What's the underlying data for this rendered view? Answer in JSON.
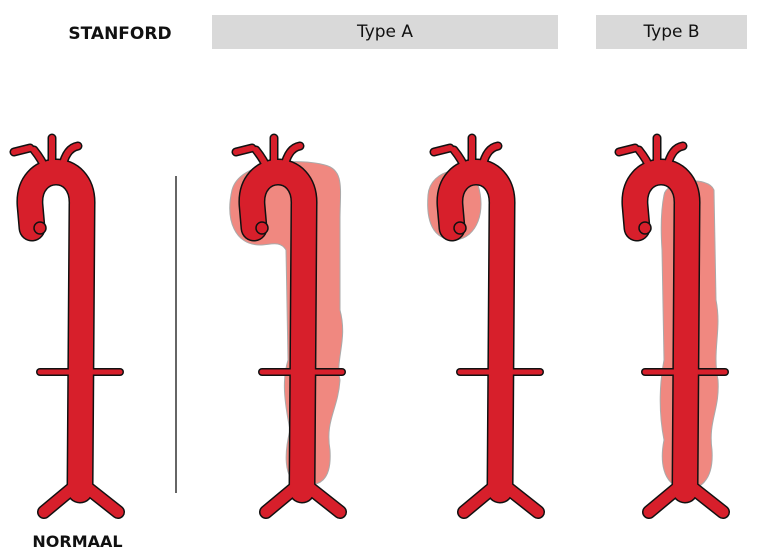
{
  "header": {
    "classification": "STANFORD",
    "type_a": "Type A",
    "type_b": "Type B"
  },
  "labels": {
    "normal": "NORMAAL"
  },
  "colors": {
    "aorta": "#d71f2b",
    "dissection": "#f08880",
    "bar": "#d9d9d9"
  }
}
